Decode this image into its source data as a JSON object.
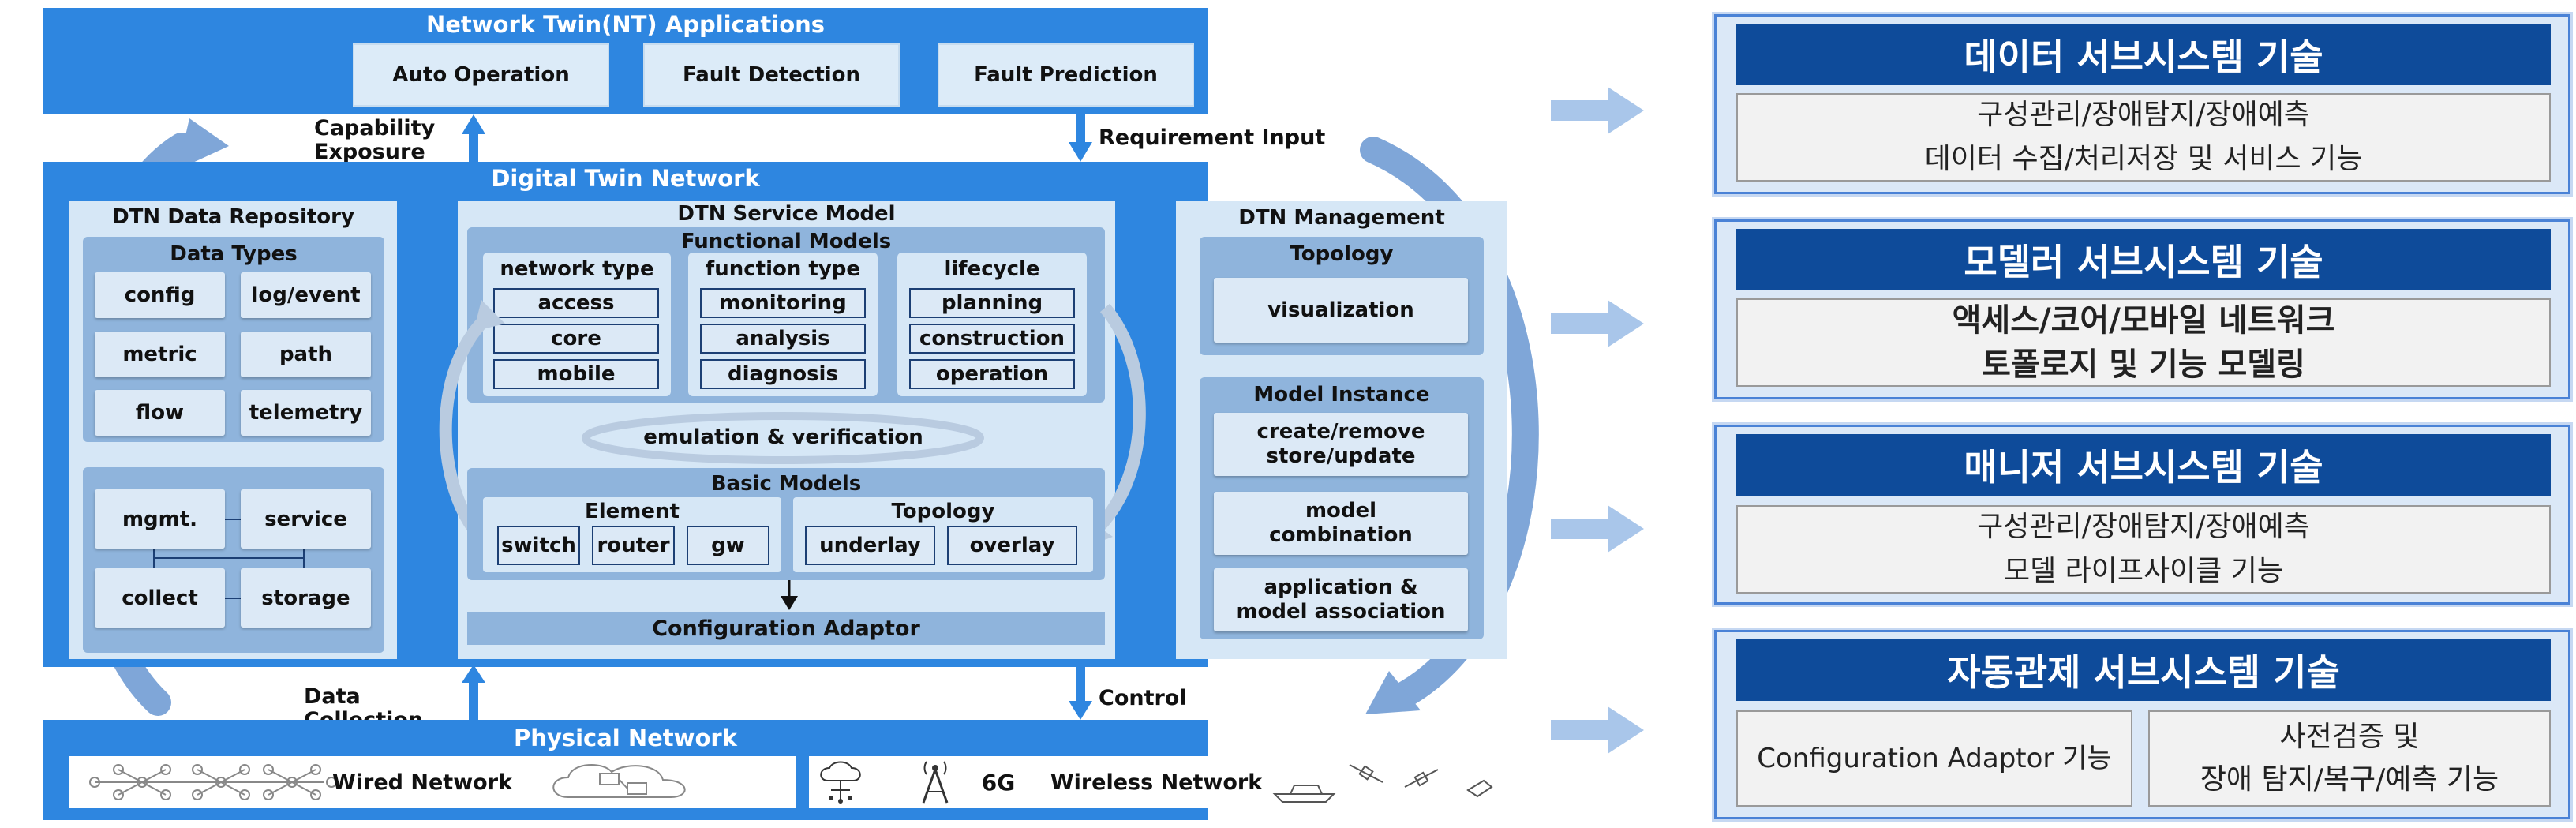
{
  "diagram": {
    "nt_apps": {
      "title": "Network Twin(NT) Applications",
      "apps": [
        "Auto Operation",
        "Fault Detection",
        "Fault Prediction"
      ]
    },
    "capability_exposure": [
      "Capability",
      "Exposure"
    ],
    "requirement_input": "Requirement Input",
    "dtn": {
      "title": "Digital Twin Network",
      "repository": {
        "title": "DTN Data Repository",
        "data_types_title": "Data Types",
        "data_types": [
          "config",
          "log/event",
          "metric",
          "path",
          "flow",
          "telemetry"
        ],
        "functions": [
          "mgmt.",
          "service",
          "collect",
          "storage"
        ]
      },
      "service_model": {
        "title": "DTN Service Model",
        "functional_models": "Functional Models",
        "groups": [
          {
            "title": "network type",
            "items": [
              "access",
              "core",
              "mobile"
            ]
          },
          {
            "title": "function type",
            "items": [
              "monitoring",
              "analysis",
              "diagnosis"
            ]
          },
          {
            "title": "lifecycle",
            "items": [
              "planning",
              "construction",
              "operation"
            ]
          }
        ],
        "emulation": "emulation & verification",
        "basic_models": "Basic Models",
        "element_title": "Element",
        "elements": [
          "switch",
          "router",
          "gw"
        ],
        "topology_title": "Topology",
        "topologies": [
          "underlay",
          "overlay"
        ],
        "config_adaptor": "Configuration Adaptor"
      },
      "management": {
        "title": "DTN Management",
        "topology_title": "Topology",
        "topology_item": "visualization",
        "instance_title": "Model Instance",
        "instance_items": [
          [
            "create/remove",
            "store/update"
          ],
          [
            "model",
            "combination"
          ],
          [
            "application &",
            "model association"
          ]
        ]
      }
    },
    "data_collection": "Data Collection",
    "control": "Control",
    "physical": {
      "title": "Physical Network",
      "wired": "Wired Network",
      "g6": "6G",
      "wireless": "Wireless Network"
    }
  },
  "subsystems": [
    {
      "title": "데이터 서브시스템 기술",
      "lines": [
        "구성관리/장애탐지/장애예측",
        "데이터 수집/처리저장 및 서비스 기능"
      ]
    },
    {
      "title": "모델러 서브시스템 기술",
      "lines": [
        "액세스/코어/모바일 네트워크",
        "토폴로지 및 기능 모델링"
      ]
    },
    {
      "title": "매니저 서브시스템 기술",
      "lines": [
        "구성관리/장애탐지/장애예측",
        "모델 라이프사이클 기능"
      ]
    },
    {
      "title": "자동관제 서브시스템 기술",
      "left": [
        "Configuration Adaptor 기능"
      ],
      "right": [
        "사전검증 및",
        "장애 탐지/복구/예측 기능"
      ]
    }
  ],
  "colors": {
    "accent_blue": "#2e86e0",
    "panel_light": "#d6e7f6",
    "header_navy": "#0e4b9a"
  }
}
